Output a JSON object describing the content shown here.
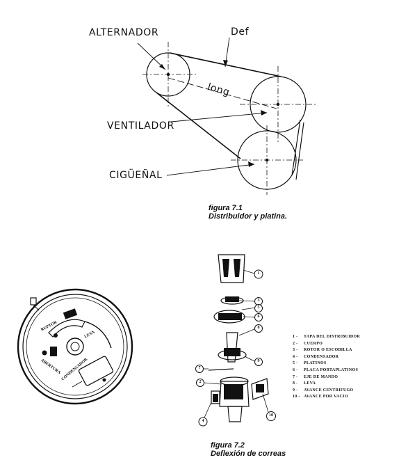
{
  "fig1": {
    "labels": {
      "alternador": "ALTERNADOR",
      "def": "Def",
      "long": "long",
      "ventilador": "VENTILADOR",
      "ciguenal": "CIGÜEÑAL"
    },
    "caption_title": "figura 7.1",
    "caption_text": "Distribuidor y platina."
  },
  "fig2": {
    "caption_title": "figura 7.2",
    "caption_text": "Deflexión de correas",
    "platina_labels": {
      "ruptor": "RUPTOR",
      "leva": "LEVA",
      "abertura": "ABERTURA",
      "condensador": "CONDENSADOR"
    },
    "callouts": [
      "1",
      "3",
      "5",
      "6",
      "8",
      "7",
      "2",
      "9",
      "4",
      "10"
    ],
    "legend": [
      {
        "n": "1 -",
        "text": "TAPA DEL DISTRIBUIDOR"
      },
      {
        "n": "2 -",
        "text": "CUERPO"
      },
      {
        "n": "3 -",
        "text": "ROTOR O ESCOBILLA"
      },
      {
        "n": "4 -",
        "text": "CONDENSADOR"
      },
      {
        "n": "5 -",
        "text": "PLATINOS"
      },
      {
        "n": "6 -",
        "text": "PLACA PORTAPLATINOS"
      },
      {
        "n": "7 -",
        "text": "EJE DE MANDO"
      },
      {
        "n": "8 -",
        "text": "LEVA"
      },
      {
        "n": "9 -",
        "text": "AVANCE CENTRIFUGO"
      },
      {
        "n": "10 -",
        "text": "AVANCE POR VACIO"
      }
    ]
  }
}
